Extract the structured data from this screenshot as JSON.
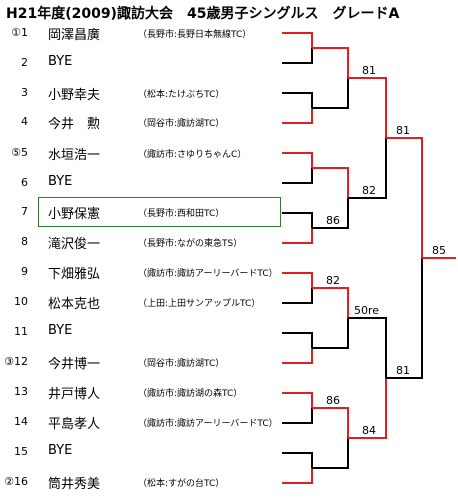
{
  "title": "H21年度(2009)諏訪大会　45歳男子シングルス　グレードA",
  "players": [
    {
      "seed": "①1",
      "name": "岡澤昌廣",
      "club": "（長野市:長野日本無線TC）"
    },
    {
      "seed": "2",
      "name": "BYE",
      "club": ""
    },
    {
      "seed": "3",
      "name": "小野幸夫",
      "club": "（松本:たけぶちTC）"
    },
    {
      "seed": "4",
      "name": "今井　勲",
      "club": "（岡谷市:諏訪湖TC）"
    },
    {
      "seed": "⑤5",
      "name": "水垣浩一",
      "club": "（諏訪市:さゆりちゃんC）"
    },
    {
      "seed": "6",
      "name": "BYE",
      "club": ""
    },
    {
      "seed": "7",
      "name": "小野保憲",
      "club": "（長野市:西和田TC）"
    },
    {
      "seed": "8",
      "name": "滝沢俊一",
      "club": "（長野市:ながの東急TS）"
    },
    {
      "seed": "9",
      "name": "下畑雅弘",
      "club": "（諏訪市:諏訪アーリーバードTC）"
    },
    {
      "seed": "10",
      "name": "松本克也",
      "club": "（上田:上田サンアップルTC）"
    },
    {
      "seed": "11",
      "name": "BYE",
      "club": ""
    },
    {
      "seed": "③12",
      "name": "今井博一",
      "club": "（岡谷市:諏訪湖TC）"
    },
    {
      "seed": "13",
      "name": "井戸博人",
      "club": "（諏訪市:諏訪湖の森TC）"
    },
    {
      "seed": "14",
      "name": "平島孝人",
      "club": "（諏訪市:諏訪アーリーバードTC）"
    },
    {
      "seed": "15",
      "name": "BYE",
      "club": ""
    },
    {
      "seed": "②16",
      "name": "筒井秀美",
      "club": "（松本:すがの台TC）"
    }
  ],
  "scores": {
    "r2_m1": "81",
    "r2_m2": "86",
    "r2_m3": "82",
    "r2_m4": "86",
    "r3_m1": "82",
    "r3_m2": "50re",
    "r3_m3": "84",
    "r4_m1": "81",
    "r4_m2": "81",
    "final": "85"
  },
  "colors": {
    "winner_line": "#e02020",
    "loser_line": "#000000",
    "highlight_border": "#2e7d32"
  }
}
